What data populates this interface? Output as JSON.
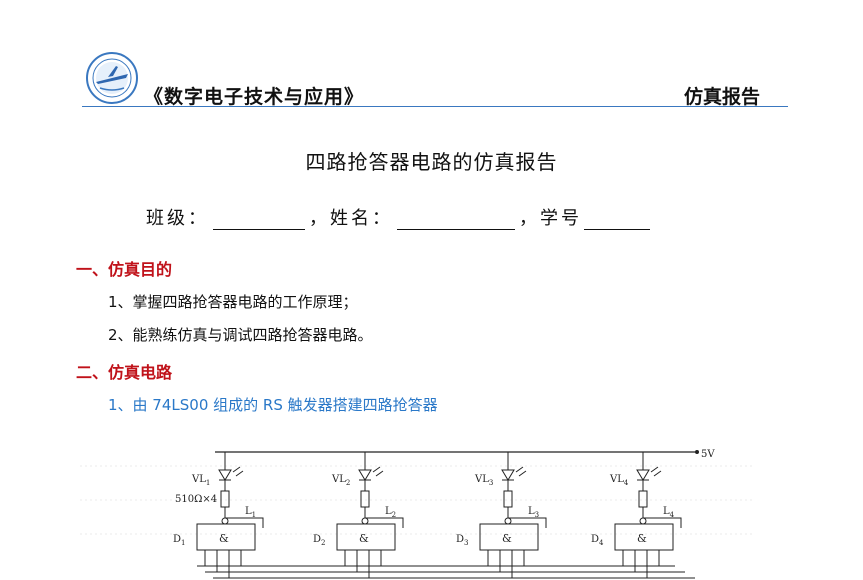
{
  "header": {
    "course_title": "《数字电子技术与应用》",
    "report_type": "仿真报告"
  },
  "doc": {
    "title": "四路抢答器电路的仿真报告",
    "class_label": "班级：",
    "sep1": "，",
    "name_label": "姓名：",
    "sep2": "，",
    "id_label": "学号"
  },
  "sections": [
    {
      "heading": "一、仿真目的",
      "items": [
        "1、掌握四路抢答器电路的工作原理；",
        "2、能熟练仿真与调试四路抢答器电路。"
      ]
    },
    {
      "heading": "二、仿真电路",
      "subheading": "1、由 74LS00 组成的 RS 触发器搭建四路抢答器"
    }
  ],
  "circuit": {
    "supply": "5V",
    "resistor": "510Ω×4",
    "gate_symbol": "&",
    "channels": [
      {
        "led": "VL",
        "led_sub": "1",
        "line": "L",
        "line_sub": "1",
        "gate": "D",
        "gate_sub": "1"
      },
      {
        "led": "VL",
        "led_sub": "2",
        "line": "L",
        "line_sub": "2",
        "gate": "D",
        "gate_sub": "2"
      },
      {
        "led": "VL",
        "led_sub": "3",
        "line": "L",
        "line_sub": "3",
        "gate": "D",
        "gate_sub": "3"
      },
      {
        "led": "VL",
        "led_sub": "4",
        "line": "L",
        "line_sub": "4",
        "gate": "D",
        "gate_sub": "4"
      }
    ]
  }
}
